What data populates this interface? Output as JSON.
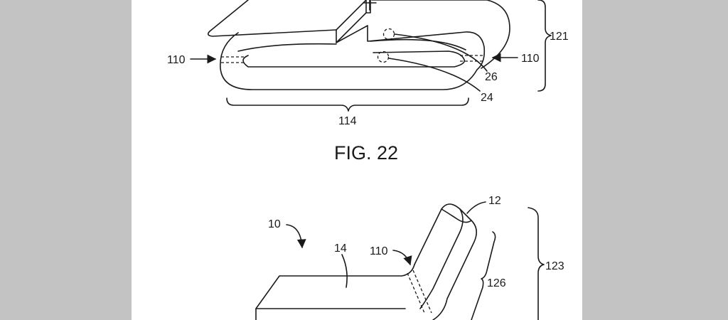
{
  "figures": [
    {
      "caption": "FIG. 22",
      "refs": {
        "left_fold": "110",
        "right_fold": "110",
        "bracket_right": "121",
        "lower_dot": "24",
        "upper_dot": "26",
        "width_bracket": "114"
      }
    },
    {
      "caption": "",
      "refs": {
        "device": "10",
        "top": "12",
        "seat": "14",
        "bend": "110",
        "back_bracket": "126",
        "bracket_right": "123"
      }
    }
  ],
  "colors": {
    "margin": "#c3c3c3",
    "sheet": "#ffffff",
    "ink": "#1a1a1a"
  }
}
